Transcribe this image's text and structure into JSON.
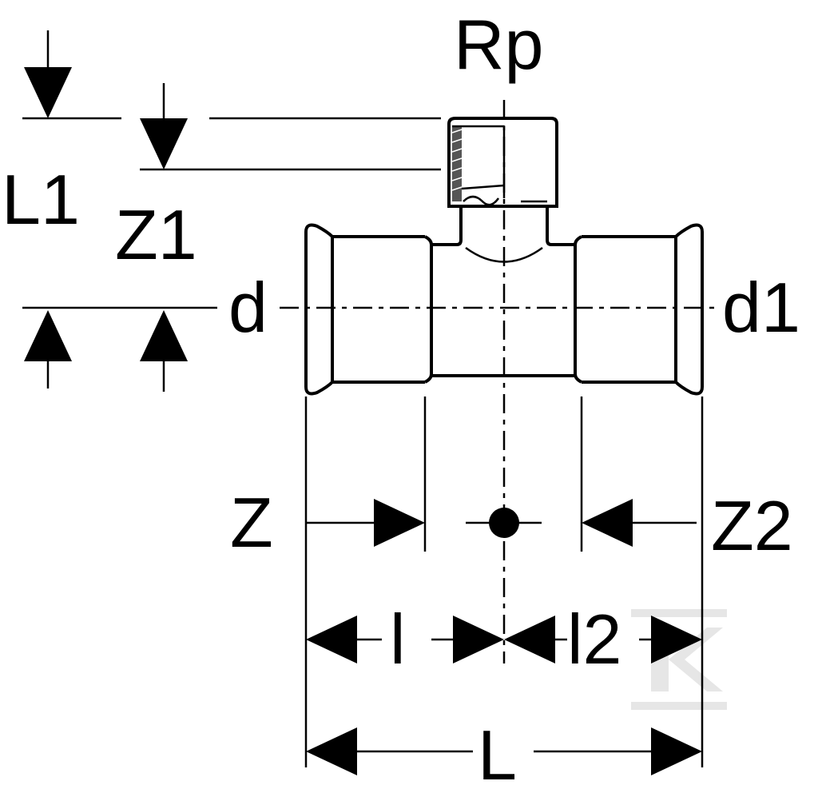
{
  "labels": {
    "rp": "Rp",
    "l1": "L1",
    "z1": "Z1",
    "d": "d",
    "d1": "d1",
    "z": "Z",
    "z2": "Z2",
    "l": "l",
    "l2": "l2",
    "L": "L"
  },
  "colors": {
    "ink": "#000000",
    "background": "#ffffff",
    "watermark": "#e6e6e6"
  }
}
